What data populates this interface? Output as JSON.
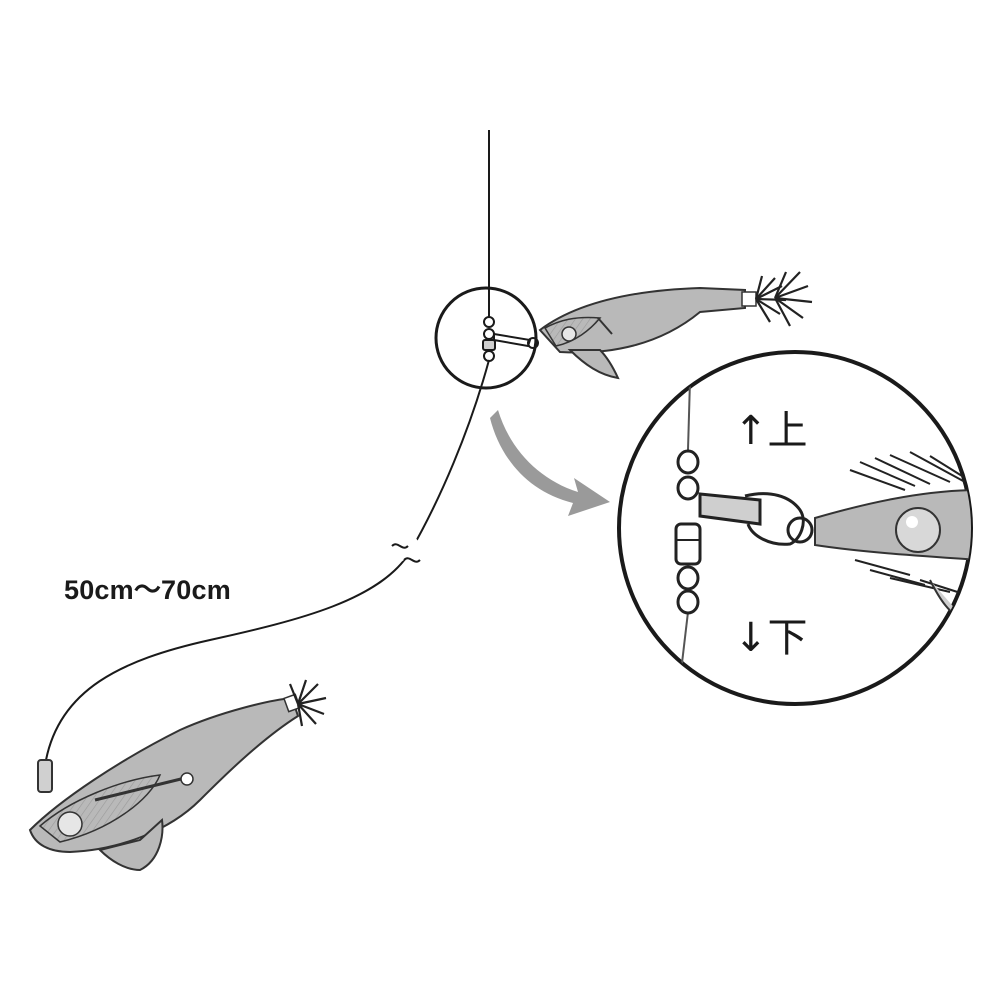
{
  "diagram": {
    "leader_length_label": "50cm〜70cm",
    "detail_up_label": "↑上",
    "detail_down_label": "↓下",
    "colors": {
      "line": "#1a1a1a",
      "lure_body": "#b9b9b9",
      "lure_body_dark": "#8f8f8f",
      "arrow": "#9a9a9a",
      "background": "#ffffff"
    },
    "icons": [
      "main-line",
      "swivel",
      "snap",
      "squid-jig-lure",
      "magnifier-circle",
      "curved-arrow",
      "line-break-mark"
    ]
  }
}
